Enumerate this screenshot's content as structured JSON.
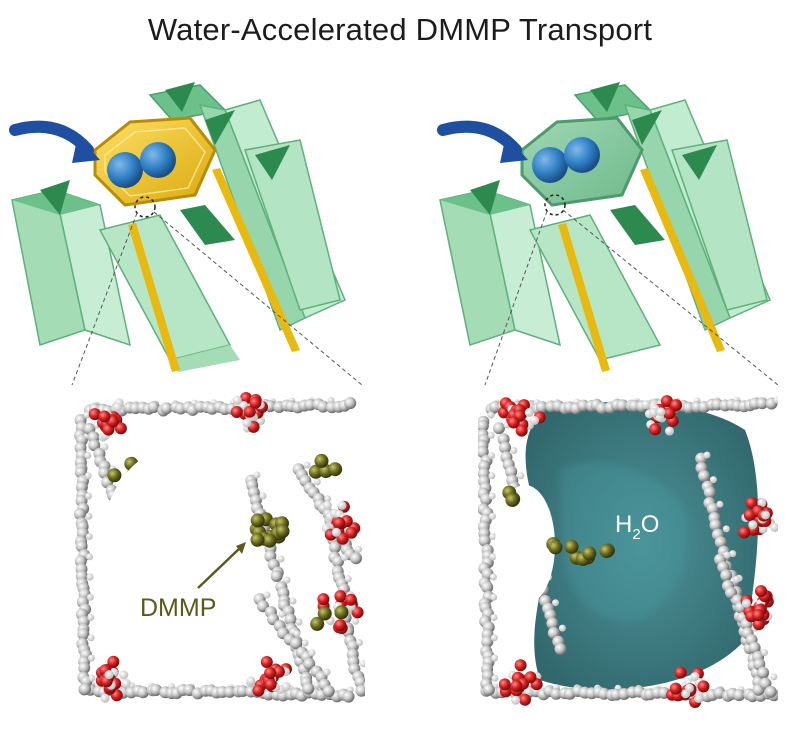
{
  "title": "Water-Accelerated DMMP Transport",
  "labels": {
    "dmmp": "DMMP",
    "h2o_main": "H",
    "h2o_sub": "2",
    "h2o_tail": "O"
  },
  "colors": {
    "frame_green": "#a8e0bb",
    "frame_dark": "#3e9a60",
    "pore_yellow": "#f2c51e",
    "molecule_blue": "#2f7fc4",
    "arrow_blue": "#1f4fa0",
    "dmmp_olive": "#6b6b20",
    "oxygen_red": "#c81e1e",
    "carbon_grey": "#b4b4b4",
    "water_teal": "#2f6f78"
  },
  "panels": [
    {
      "id": "dry",
      "state": "DMMP in dry pore"
    },
    {
      "id": "wet",
      "state": "DMMP with water-filled pore"
    }
  ]
}
